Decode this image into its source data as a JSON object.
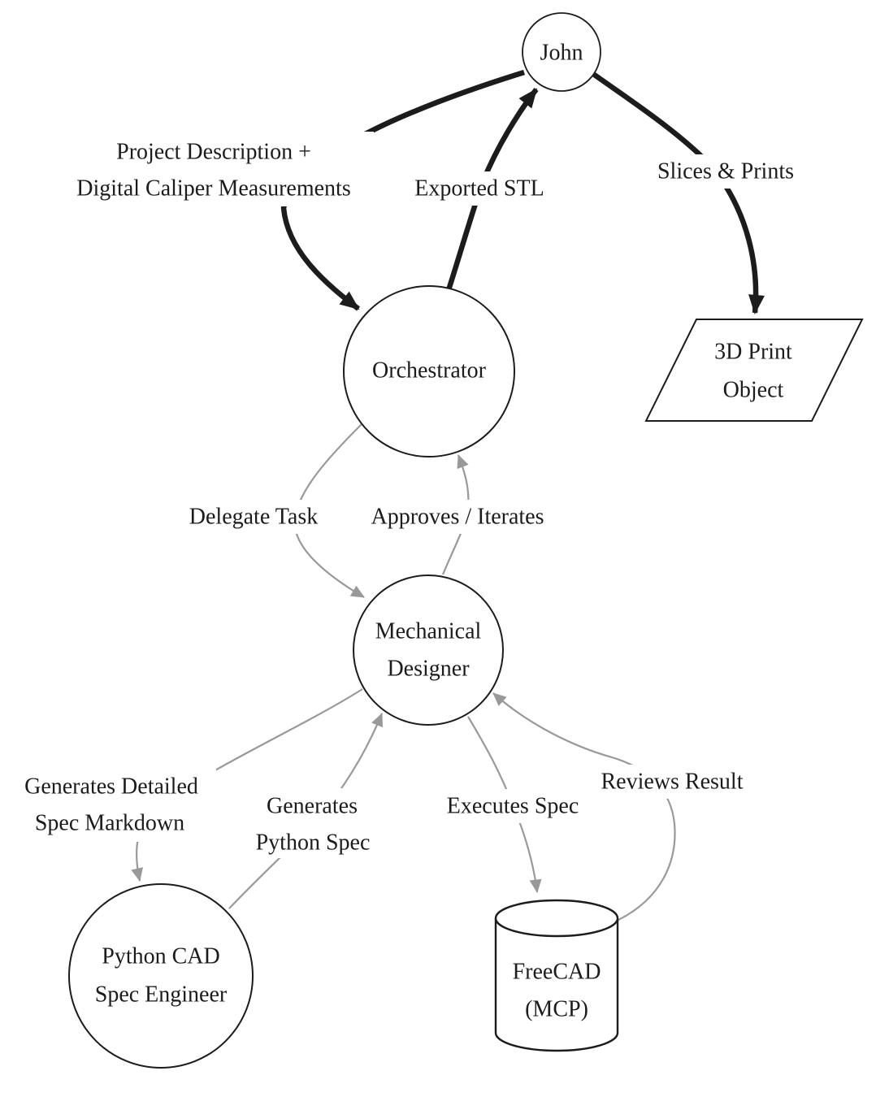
{
  "diagram": {
    "type": "flowchart",
    "background": "#ffffff",
    "colors": {
      "edge_bold": "#1c1c1c",
      "edge_gray": "#999999",
      "node_stroke": "#1c1c1c",
      "node_fill": "#ffffff",
      "text": "#1c1c1c"
    },
    "nodes": {
      "john": {
        "shape": "circle",
        "label": "John"
      },
      "orchestrator": {
        "shape": "circle",
        "label": "Orchestrator"
      },
      "mechanical_designer": {
        "shape": "circle",
        "lines": [
          "Mechanical",
          "Designer"
        ]
      },
      "python_cad_spec_engineer": {
        "shape": "circle",
        "lines": [
          "Python CAD",
          "Spec Engineer"
        ]
      },
      "freecad_mcp": {
        "shape": "cylinder",
        "lines": [
          "FreeCAD",
          "(MCP)"
        ]
      },
      "print_object": {
        "shape": "parallelogram",
        "lines": [
          "3D Print",
          "Object"
        ]
      }
    },
    "edges": {
      "project_description": {
        "from": "john",
        "to": "orchestrator",
        "style": "bold",
        "lines": [
          "Project Description +",
          "Digital Caliper Measurements"
        ]
      },
      "exported_stl": {
        "from": "orchestrator",
        "to": "john",
        "style": "bold",
        "label": "Exported STL"
      },
      "slices_prints": {
        "from": "john",
        "to": "print_object",
        "style": "bold",
        "label": "Slices & Prints"
      },
      "delegate_task": {
        "from": "orchestrator",
        "to": "mechanical_designer",
        "style": "gray",
        "label": "Delegate Task"
      },
      "approves_iterates": {
        "from": "mechanical_designer",
        "to": "orchestrator",
        "style": "gray",
        "label": "Approves / Iterates"
      },
      "generates_spec_markdown": {
        "from": "mechanical_designer",
        "to": "python_cad_spec_engineer",
        "style": "gray",
        "lines": [
          "Generates Detailed",
          "Spec Markdown"
        ]
      },
      "generates_python_spec": {
        "from": "python_cad_spec_engineer",
        "to": "mechanical_designer",
        "style": "gray",
        "lines": [
          "Generates",
          "Python Spec"
        ]
      },
      "executes_spec": {
        "from": "mechanical_designer",
        "to": "freecad_mcp",
        "style": "gray",
        "label": "Executes Spec"
      },
      "reviews_result": {
        "from": "freecad_mcp",
        "to": "mechanical_designer",
        "style": "gray",
        "label": "Reviews Result"
      }
    }
  }
}
